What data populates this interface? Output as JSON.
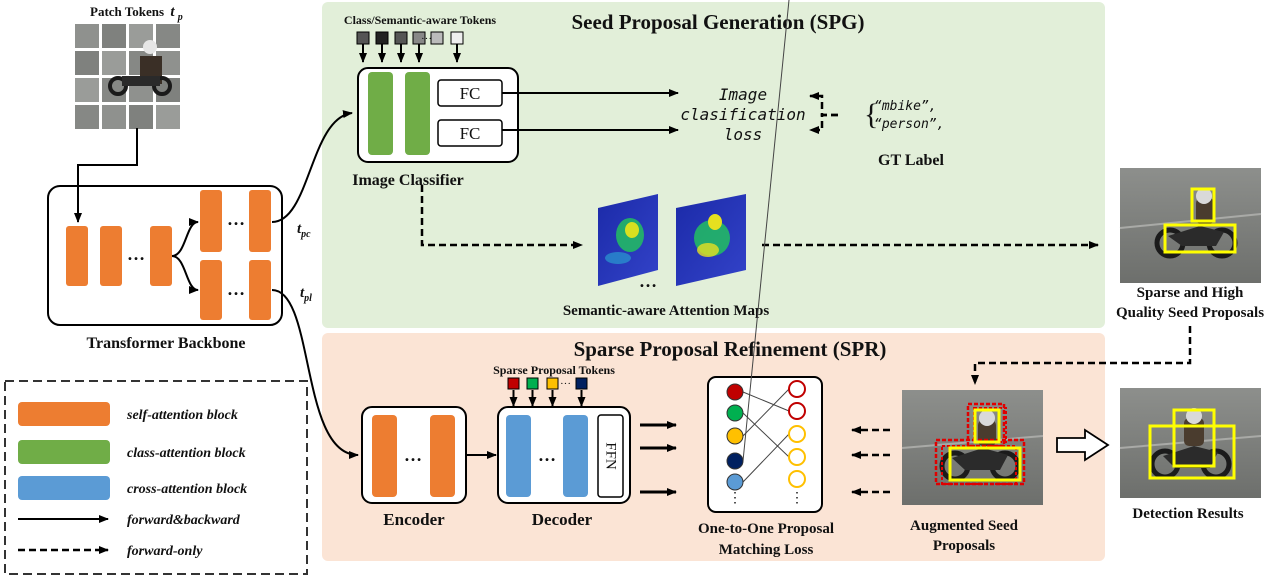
{
  "patch_tokens": {
    "label": "Patch Tokens",
    "symbol": "t",
    "subscript": "p"
  },
  "backbone": {
    "title": "Transformer Backbone",
    "ellipsis": "…",
    "out_pc_symbol": "t",
    "out_pc_sub": "pc",
    "out_pl_symbol": "t",
    "out_pl_sub": "pl"
  },
  "spg": {
    "title": "Seed Proposal Generation (SPG)",
    "tokens_label": "Class/Semantic-aware Tokens",
    "fc1": "FC",
    "fc2": "FC",
    "classifier_label": "Image Classifier",
    "loss_line1": "Image",
    "loss_line2": "clasification",
    "loss_line3": "loss",
    "gt_line1": "“mbike”,",
    "gt_line2": "“person”,",
    "gt_label": "GT Label",
    "maps_ellipsis": "…",
    "maps_label": "Semantic-aware Attention Maps",
    "seed_line1": "Sparse and High",
    "seed_line2": "Quality Seed Proposals"
  },
  "spr": {
    "title": "Sparse Proposal Refinement (SPR)",
    "tokens_label": "Sparse Proposal Tokens",
    "encoder_label": "Encoder",
    "decoder_label": "Decoder",
    "ffn": "FFN",
    "enc_ellipsis": "…",
    "dec_ellipsis": "…",
    "match_line1": "One-to-One Proposal",
    "match_line2": "Matching Loss",
    "aug_line1": "Augmented Seed",
    "aug_line2": "Proposals",
    "det_label": "Detection Results"
  },
  "legend": {
    "self_attention": "self-attention block",
    "class_attention": "class-attention block",
    "cross_attention": "cross-attention block",
    "forward_backward": "forward&backward",
    "forward_only": "forward-only"
  },
  "colors": {
    "self_attention": "#ed7d31",
    "class_attention": "#70ad47",
    "cross_attention": "#5b9bd5",
    "spg_bg": "#e2efd9",
    "spr_bg": "#fbe4d5",
    "box_yellow": "#ffff00",
    "box_red": "#e00000"
  },
  "spr_token_colors": [
    "#c00000",
    "#00b050",
    "#ffc000",
    "#002060"
  ],
  "spg_token_colors": [
    "#555555",
    "#222222",
    "#555555",
    "#888888",
    "#bbbbbb",
    "#eeeeee"
  ],
  "matching_left_colors": [
    "#c00000",
    "#00b050",
    "#ffc000",
    "#002060",
    "#5b9bd5"
  ],
  "matching_right_colors": [
    "#c00000",
    "#c00000",
    "#ffc000",
    "#ffc000",
    "#ffc000",
    "#ffc000"
  ]
}
